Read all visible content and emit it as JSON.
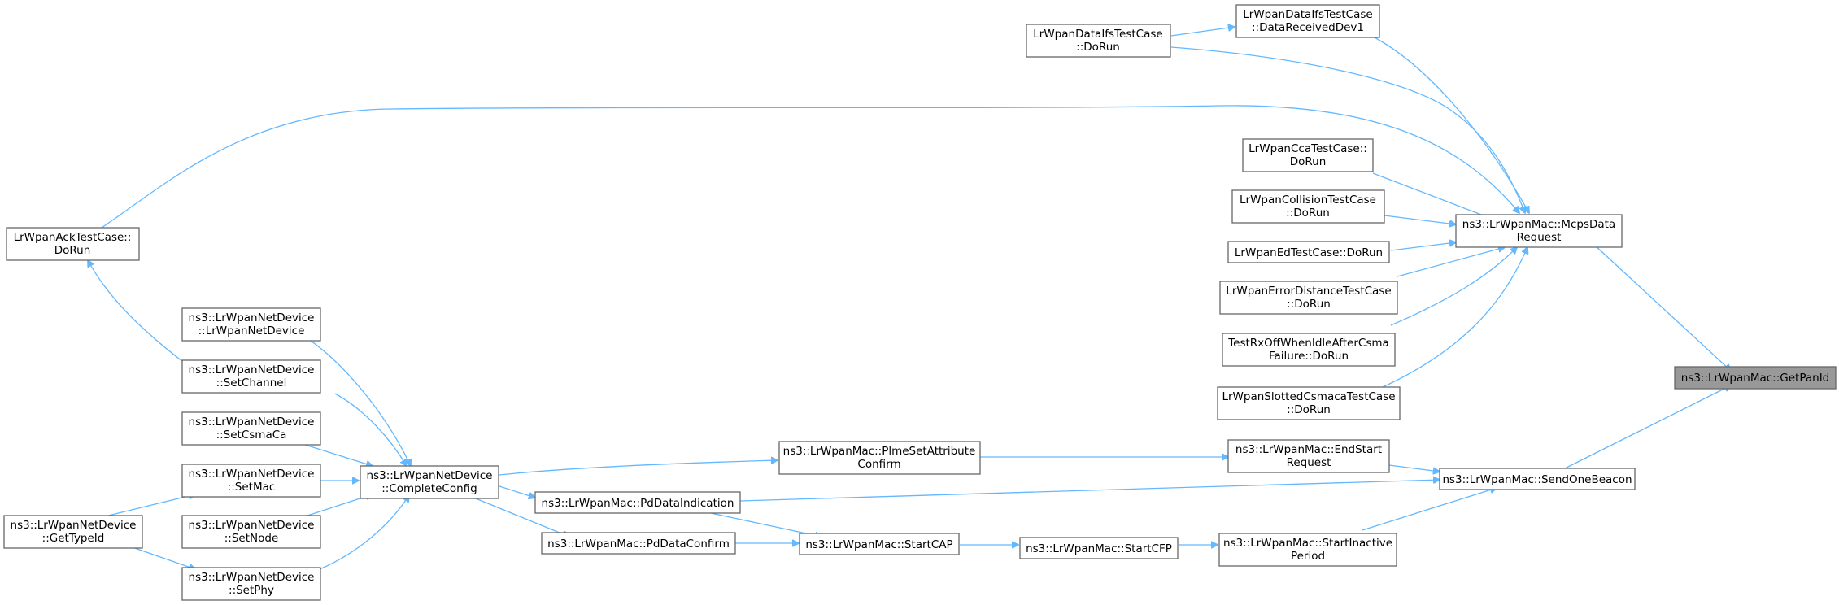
{
  "diagram": {
    "type": "call-graph",
    "colors": {
      "edge": "#63b8ff",
      "node_border": "#666666",
      "root_fill": "#999999",
      "node_fill": "#ffffff"
    },
    "nodes": {
      "getpanid": [
        "ns3::LrWpanMac::GetPanId"
      ],
      "mcpsdatarequest": [
        "ns3::LrWpanMac::McpsData",
        "Request"
      ],
      "sendonebeacon": [
        "ns3::LrWpanMac::SendOneBeacon"
      ],
      "dataifs_datareceived": [
        "LrWpanDataIfsTestCase",
        "::DataReceivedDev1"
      ],
      "dataifs_dorun": [
        "LrWpanDataIfsTestCase",
        "::DoRun"
      ],
      "ack_dorun": [
        "LrWpanAckTestCase::",
        "DoRun"
      ],
      "cca_dorun": [
        "LrWpanCcaTestCase::",
        "DoRun"
      ],
      "collision_dorun": [
        "LrWpanCollisionTestCase",
        "::DoRun"
      ],
      "ed_dorun": [
        "LrWpanEdTestCase::DoRun"
      ],
      "errordistance_dorun": [
        "LrWpanErrorDistanceTestCase",
        "::DoRun"
      ],
      "rxoff_dorun": [
        "TestRxOffWhenIdleAfterCsma",
        "Failure::DoRun"
      ],
      "slotted_dorun": [
        "LrWpanSlottedCsmacaTestCase",
        "::DoRun"
      ],
      "endstartrequest": [
        "ns3::LrWpanMac::EndStart",
        "Request"
      ],
      "plmesetattr": [
        "ns3::LrWpanMac::PlmeSetAttribute",
        "Confirm"
      ],
      "pddataindication": [
        "ns3::LrWpanMac::PdDataIndication"
      ],
      "completeconfig": [
        "ns3::LrWpanNetDevice",
        "::CompleteConfig"
      ],
      "startinactive": [
        "ns3::LrWpanMac::StartInactive",
        "Period"
      ],
      "startcfp": [
        "ns3::LrWpanMac::StartCFP"
      ],
      "startcap": [
        "ns3::LrWpanMac::StartCAP"
      ],
      "pddataconfirm": [
        "ns3::LrWpanMac::PdDataConfirm"
      ],
      "netdevice_ctor": [
        "ns3::LrWpanNetDevice",
        "::LrWpanNetDevice"
      ],
      "setchannel": [
        "ns3::LrWpanNetDevice",
        "::SetChannel"
      ],
      "setcsmaca": [
        "ns3::LrWpanNetDevice",
        "::SetCsmaCa"
      ],
      "setmac": [
        "ns3::LrWpanNetDevice",
        "::SetMac"
      ],
      "setnode": [
        "ns3::LrWpanNetDevice",
        "::SetNode"
      ],
      "setphy": [
        "ns3::LrWpanNetDevice",
        "::SetPhy"
      ],
      "gettypeid": [
        "ns3::LrWpanNetDevice",
        "::GetTypeId"
      ]
    },
    "edges": [
      [
        "mcpsdatarequest",
        "getpanid"
      ],
      [
        "sendonebeacon",
        "getpanid"
      ],
      [
        "dataifs_datareceived",
        "mcpsdatarequest"
      ],
      [
        "dataifs_dorun",
        "mcpsdatarequest"
      ],
      [
        "ack_dorun",
        "mcpsdatarequest"
      ],
      [
        "cca_dorun",
        "mcpsdatarequest"
      ],
      [
        "collision_dorun",
        "mcpsdatarequest"
      ],
      [
        "ed_dorun",
        "mcpsdatarequest"
      ],
      [
        "errordistance_dorun",
        "mcpsdatarequest"
      ],
      [
        "rxoff_dorun",
        "mcpsdatarequest"
      ],
      [
        "slotted_dorun",
        "mcpsdatarequest"
      ],
      [
        "dataifs_dorun",
        "dataifs_datareceived"
      ],
      [
        "setchannel",
        "ack_dorun"
      ],
      [
        "endstartrequest",
        "sendonebeacon"
      ],
      [
        "pddataindication",
        "sendonebeacon"
      ],
      [
        "startinactive",
        "sendonebeacon"
      ],
      [
        "plmesetattr",
        "endstartrequest"
      ],
      [
        "completeconfig",
        "plmesetattr"
      ],
      [
        "completeconfig",
        "pddataindication"
      ],
      [
        "completeconfig",
        "pddataconfirm"
      ],
      [
        "startcfp",
        "startinactive"
      ],
      [
        "startcap",
        "startcfp"
      ],
      [
        "pddataindication",
        "startcap"
      ],
      [
        "pddataconfirm",
        "startcap"
      ],
      [
        "netdevice_ctor",
        "completeconfig"
      ],
      [
        "setchannel",
        "completeconfig"
      ],
      [
        "setcsmaca",
        "completeconfig"
      ],
      [
        "setmac",
        "completeconfig"
      ],
      [
        "setnode",
        "completeconfig"
      ],
      [
        "setphy",
        "completeconfig"
      ],
      [
        "gettypeid",
        "setmac"
      ],
      [
        "gettypeid",
        "setphy"
      ]
    ]
  }
}
